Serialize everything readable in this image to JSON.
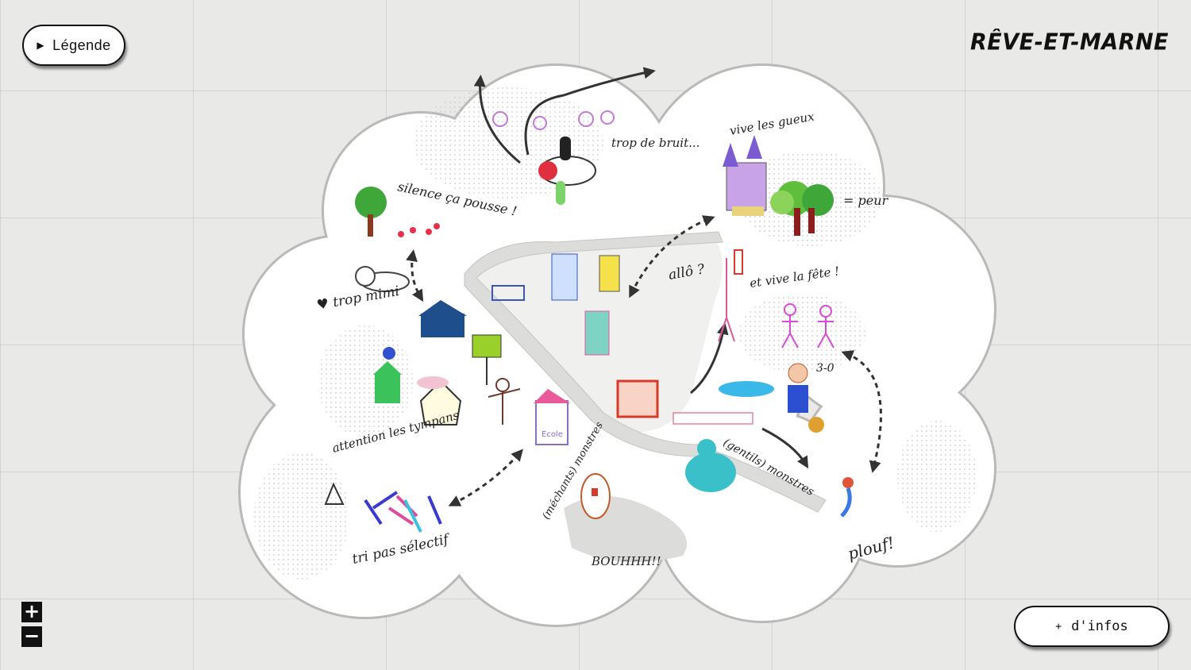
{
  "header": {
    "title": "RÊVE-ET-MARNE"
  },
  "controls": {
    "legend_label": "Légende",
    "legend_icon": "triangle-right",
    "infos_prefix": "+",
    "infos_label": "d'infos",
    "zoom_in": "+",
    "zoom_out": "−"
  },
  "map": {
    "labels": {
      "trop_de_bruit": "trop de bruit...",
      "vive_les_gueux": "vive les gueux",
      "peur": "= peur",
      "silence": "silence ça pousse !",
      "trop_mimi": "♥ trop mimi",
      "allo": "allô ?",
      "vive_la_fete": "et vive la fête !",
      "score": "3-0",
      "attention": "attention les tympans",
      "tri": "tri pas sélectif",
      "mechants": "(méchants) monstres",
      "bouh": "BOUHHH!!",
      "gentils": "(gentils) monstres",
      "plouf": "plouf!",
      "ecole": "Ecole"
    },
    "colors": {
      "cloud": "#ffffff",
      "outline": "#b9bab8",
      "river": "#dcdddb",
      "ink": "#333333"
    }
  }
}
